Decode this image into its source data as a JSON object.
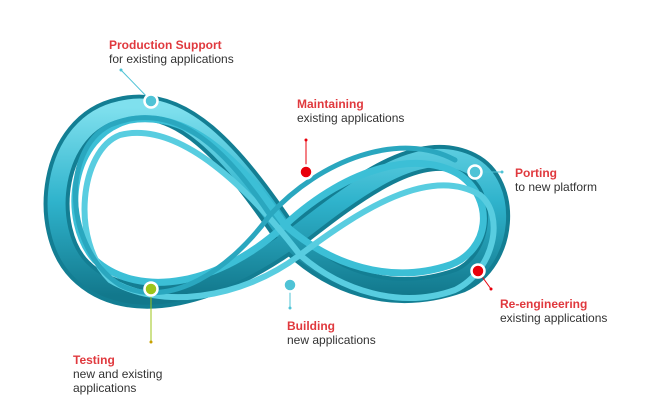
{
  "colors": {
    "title": "#e0393e",
    "text": "#333333",
    "teal": "#4fc3d6",
    "red": "#e8000b",
    "green": "#9cc41a"
  },
  "items": [
    {
      "title": "Production Support",
      "subtitle": "for existing applications",
      "marker": "teal"
    },
    {
      "title": "Maintaining",
      "subtitle": "existing applications",
      "marker": "red"
    },
    {
      "title": "Porting",
      "subtitle": "to new platform",
      "marker": "teal"
    },
    {
      "title": "Re-engineering",
      "subtitle": "existing applications",
      "marker": "red"
    },
    {
      "title": "Building",
      "subtitle": "new applications",
      "marker": "teal"
    },
    {
      "title": "Testing",
      "subtitle": "new and existing applications",
      "marker": "green"
    }
  ]
}
